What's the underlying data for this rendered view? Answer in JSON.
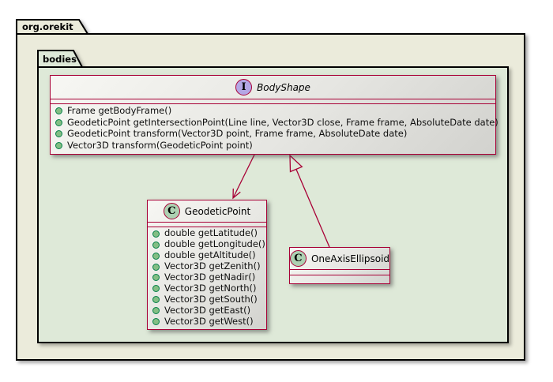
{
  "packages": {
    "outer": {
      "label": "org.orekit"
    },
    "inner": {
      "label": "bodies"
    }
  },
  "interface_box": {
    "badge": "I",
    "name": "BodyShape",
    "methods": [
      "Frame getBodyFrame()",
      "GeodeticPoint getIntersectionPoint(Line line, Vector3D close, Frame frame, AbsoluteDate date)",
      "GeodeticPoint transform(Vector3D point, Frame frame, AbsoluteDate date)",
      "Vector3D transform(GeodeticPoint point)"
    ]
  },
  "geodetic_box": {
    "badge": "C",
    "name": "GeodeticPoint",
    "methods": [
      "double getLatitude()",
      "double getLongitude()",
      "double getAltitude()",
      "Vector3D getZenith()",
      "Vector3D getNadir()",
      "Vector3D getNorth()",
      "Vector3D getSouth()",
      "Vector3D getEast()",
      "Vector3D getWest()"
    ]
  },
  "ellipsoid_box": {
    "badge": "C",
    "name": "OneAxisEllipsoid"
  },
  "relations": [
    {
      "from": "BodyShape",
      "to": "GeodeticPoint",
      "type": "association-arrow"
    },
    {
      "from": "OneAxisEllipsoid",
      "to": "BodyShape",
      "type": "generalization"
    }
  ],
  "colors": {
    "box_border": "#A80036",
    "interface_badge_bg": "#B4A7E5",
    "class_badge_bg": "#ADD1B2",
    "bullet_fill": "#84BE84",
    "bullet_border": "#038048",
    "outer_package_bg": "#EBEBDB",
    "inner_package_bg": "#DEE9D8",
    "package_border": "#000000"
  }
}
